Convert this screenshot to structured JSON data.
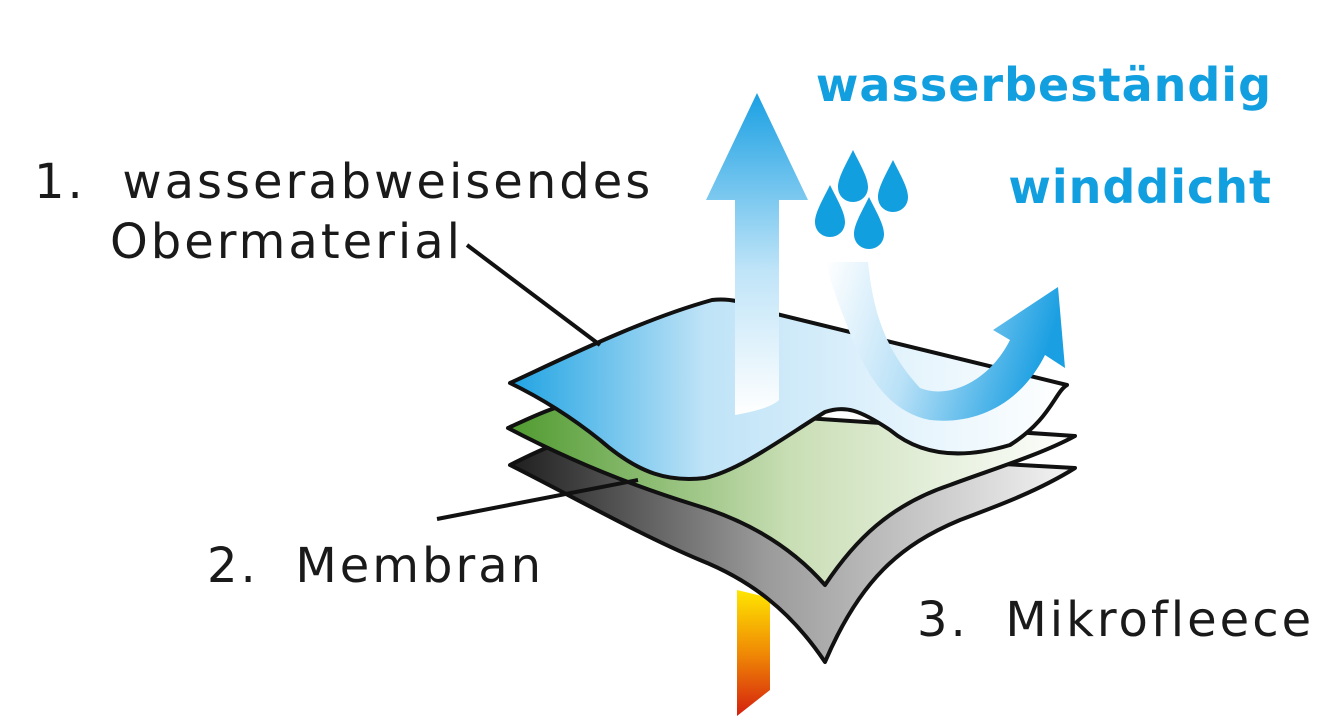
{
  "labels": {
    "layer1_line1": "1.  wasserabweisendes",
    "layer1_line2": "Obermaterial",
    "layer2": "2.  Membran",
    "layer3": "3.  Mikrofleece",
    "property1": "wasserbeständig",
    "property2": "winddicht"
  },
  "colors": {
    "accent_blue": "#129fe0",
    "outer_layer": "#2aa7e3",
    "membrane": "#4f9a2f",
    "fleece": "#2a2a2a",
    "heat_top": "#ffe600",
    "heat_bottom": "#d4200e"
  },
  "icons": [
    "vapor-arrow-up-icon",
    "raindrops-icon",
    "wind-arrow-icon",
    "body-heat-arrow-icon"
  ]
}
